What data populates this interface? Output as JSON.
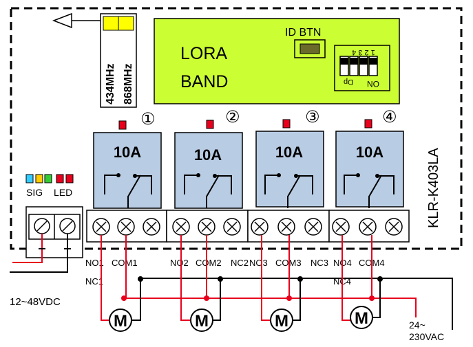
{
  "board": {
    "model": "KLR-K403LA"
  },
  "lora_panel": {
    "line1": "LORA",
    "line2": "BAND",
    "id_btn_label": "ID BTN"
  },
  "dip_switch": {
    "numbers": "1 2 3 4",
    "on_label": "ON",
    "dp_label": "Dp"
  },
  "frequencies": [
    "434MHz",
    "868MHz"
  ],
  "indicators": {
    "sig_label": "SIG",
    "led_label": "LED"
  },
  "relays": [
    {
      "index": "①",
      "rating": "10A",
      "no": "NO1",
      "com": "COM1",
      "nc": "NC1"
    },
    {
      "index": "②",
      "rating": "10A",
      "no": "NO2",
      "com": "COM2",
      "nc": "NC2"
    },
    {
      "index": "③",
      "rating": "10A",
      "no": "NO3",
      "com": "COM3",
      "nc": "NC3"
    },
    {
      "index": "④",
      "rating": "10A",
      "no": "NO4",
      "com": "COM4",
      "nc": "NC4"
    }
  ],
  "power": {
    "dc_label": "12~48VDC",
    "ac_line1": "24~",
    "ac_line2": "230VAC"
  },
  "motor_label": "M",
  "colors": {
    "lora_green": "#ccff33",
    "relay_blue": "#b8cce4",
    "led_red": "#e8001c",
    "wire_red": "#e8001c",
    "antenna_yellow": "#ffff00"
  }
}
